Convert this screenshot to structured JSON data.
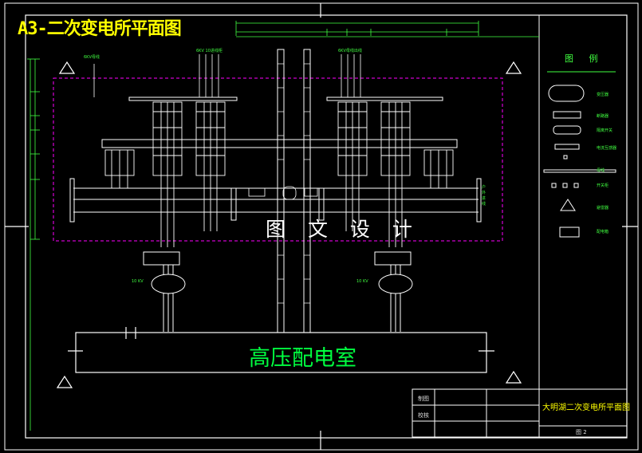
{
  "drawing": {
    "title": "A3-二次变电所平面图",
    "watermark": "图 文 设 计",
    "room_label": "高压配电室",
    "legend_title": "图 例",
    "legend_items": [
      "变压器",
      "断路器",
      "隔离开关",
      "电流互感器",
      "母线",
      "开关柜",
      "避雷器",
      "配电箱"
    ],
    "top_labels": [
      "6KV母线",
      "6KV 10进线柜",
      "6KV母线出线"
    ],
    "transformer_labels": [
      "10 KV",
      "10 KV"
    ],
    "right_side_label": "户外进线",
    "titleblock": {
      "name": "大明湖二次变电所平面图",
      "row1": "制图",
      "row2": "校核",
      "sheet": "图 2"
    },
    "colors": {
      "frame": "#ffffff",
      "title": "#ffff00",
      "room": "#00ff40",
      "dash": "#ff00ff",
      "dim": "#40ff40"
    }
  }
}
